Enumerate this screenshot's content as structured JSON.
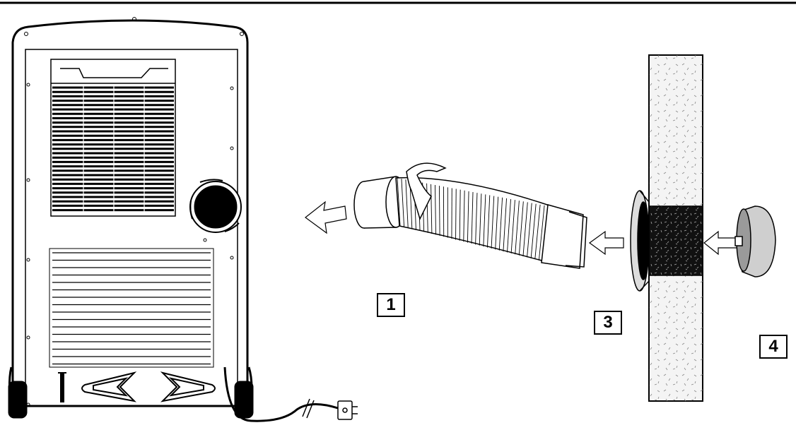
{
  "labels": {
    "hose": "1",
    "wall_adapter": "3",
    "wall_cap": "4"
  },
  "colors": {
    "line": "#000000",
    "background": "#ffffff",
    "wall_fill": "#f4f4f4",
    "cap_fill": "#cfcfcf"
  }
}
